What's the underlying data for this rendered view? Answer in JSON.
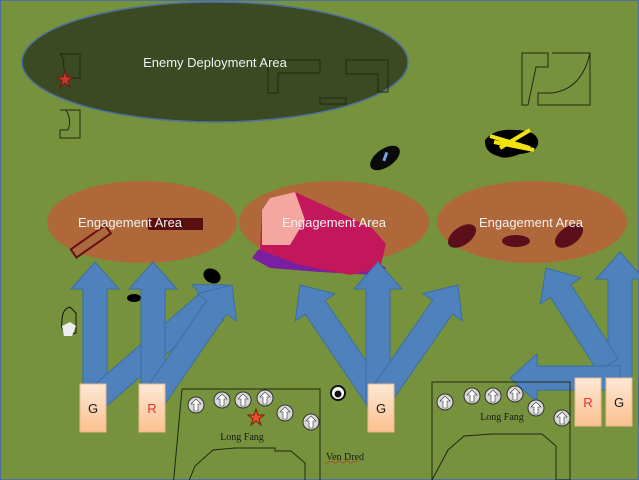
{
  "enemy_area": {
    "label": "Enemy Deployment Area"
  },
  "engagement_areas": [
    {
      "label": "Engagement Area"
    },
    {
      "label": "Engagement Area"
    },
    {
      "label": "Engagement Area"
    }
  ],
  "unit_boxes": [
    {
      "label": "G",
      "color": "#1a1a1a"
    },
    {
      "label": "R",
      "color": "#e03030"
    },
    {
      "label": "G",
      "color": "#1a1a1a"
    },
    {
      "label": "R",
      "color": "#e03030"
    },
    {
      "label": "G",
      "color": "#1a1a1a"
    }
  ],
  "long_fang_left": {
    "label": "Long Fang"
  },
  "long_fang_right": {
    "label": "Long Fang"
  },
  "ven_dred": {
    "label": "Ven Dred"
  },
  "colors": {
    "field": "#76923c",
    "enemy": "#3b4a22",
    "engagement": "#b0683a",
    "arrow": "#4f81bd"
  }
}
